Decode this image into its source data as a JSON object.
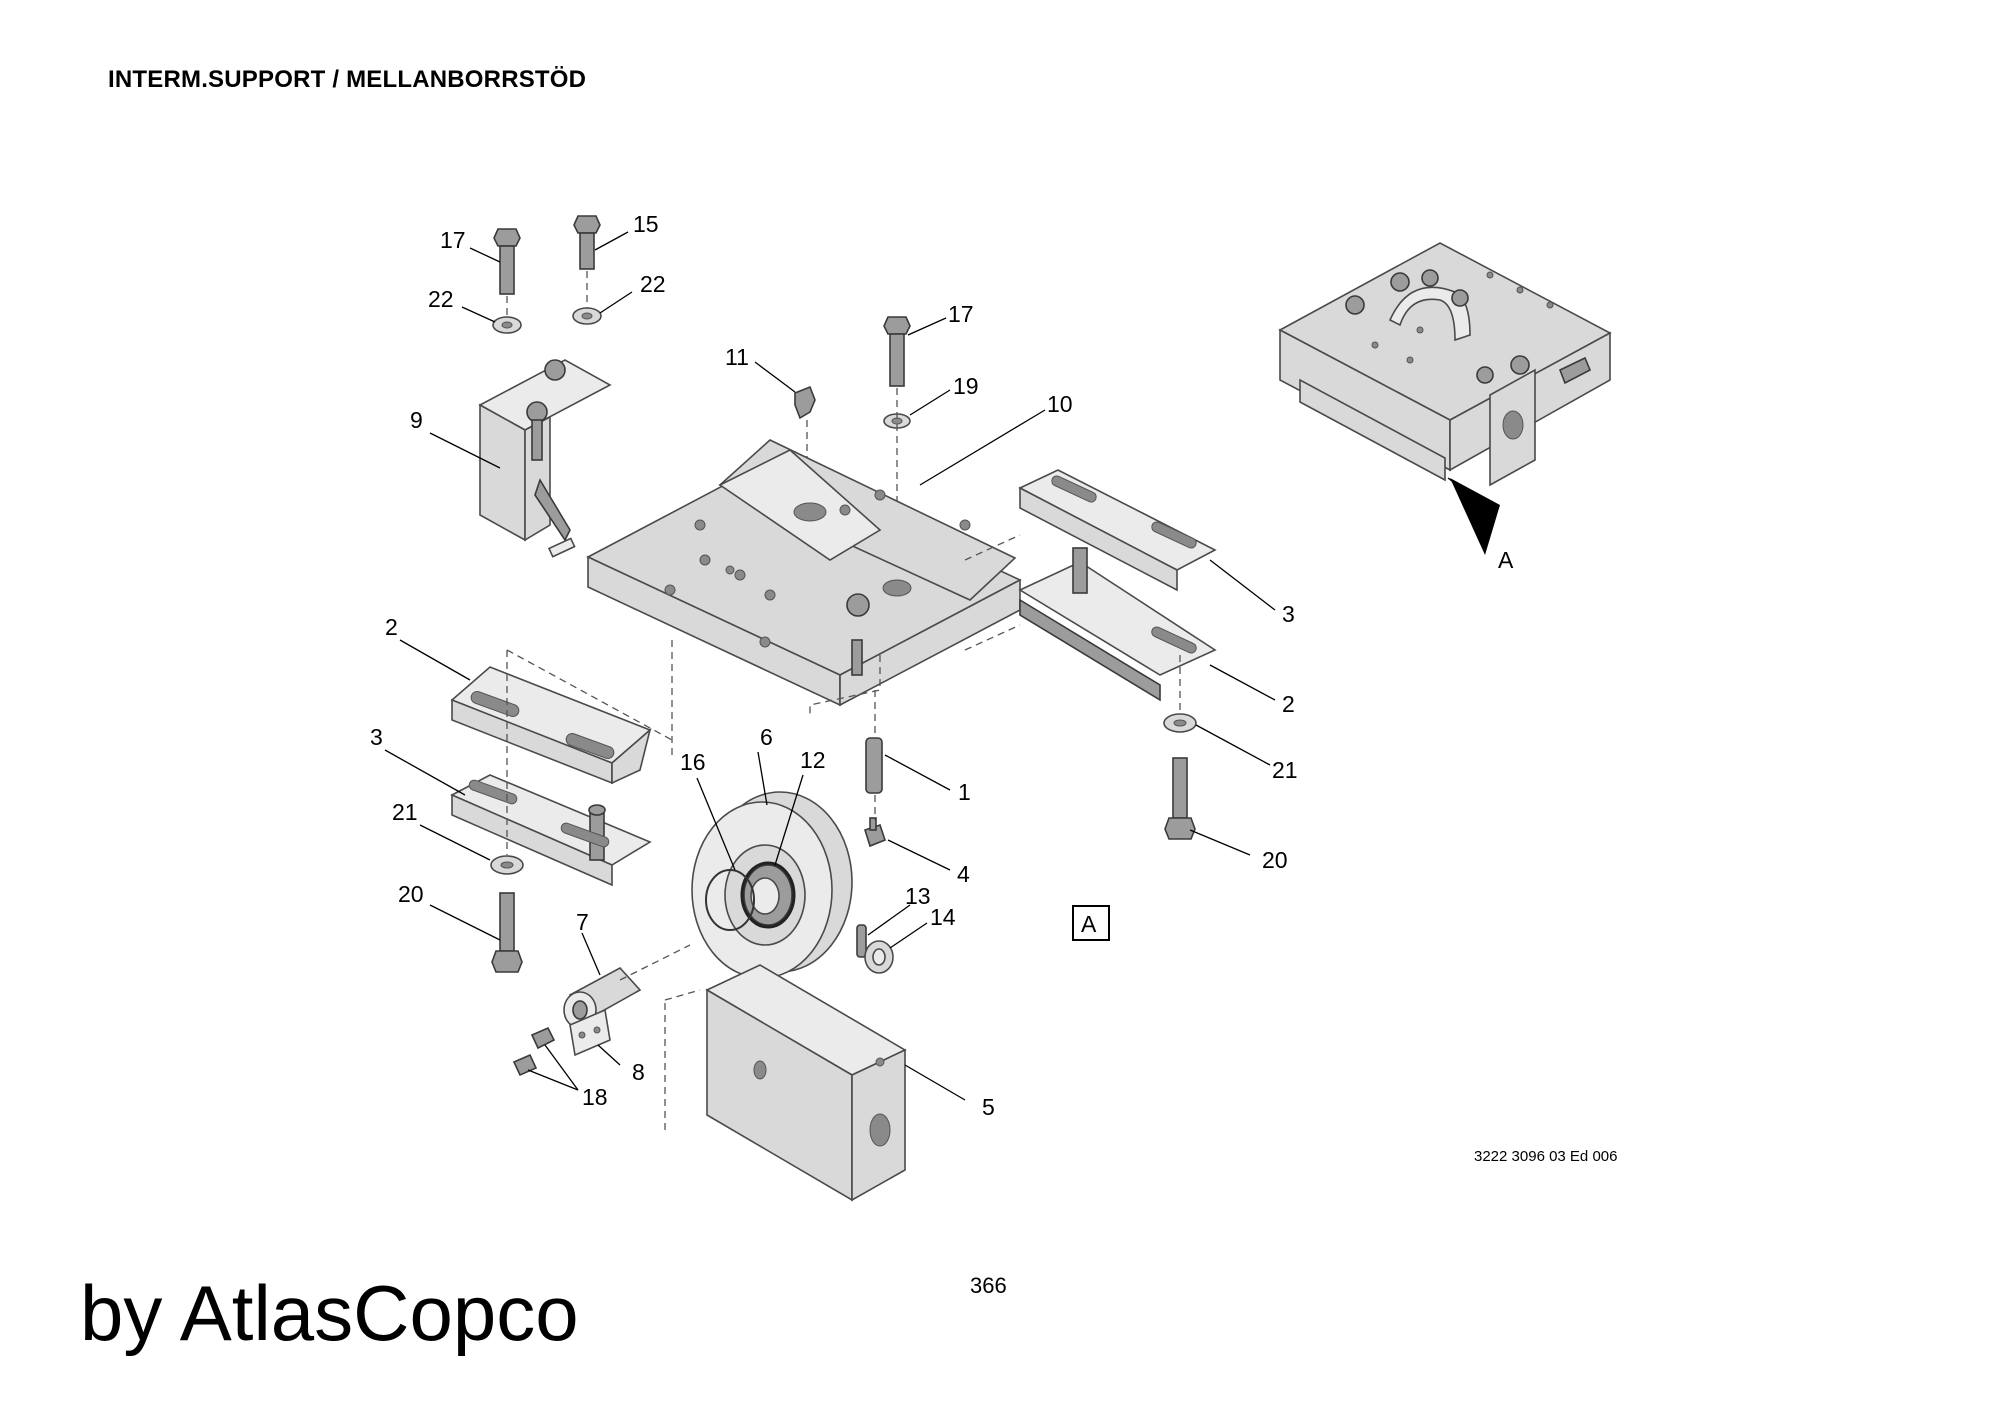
{
  "header": {
    "title": "INTERM.SUPPORT / MELLANBORRSTÖD"
  },
  "footer": {
    "page_number": "366",
    "document_code": "3222 3096 03 Ed 006",
    "brand": "by AtlasCopco"
  },
  "view_marker": {
    "label": "A",
    "arrow_label": "A"
  },
  "callouts": [
    {
      "number": "17"
    },
    {
      "number": "15"
    },
    {
      "number": "22"
    },
    {
      "number": "22"
    },
    {
      "number": "17"
    },
    {
      "number": "11"
    },
    {
      "number": "19"
    },
    {
      "number": "10"
    },
    {
      "number": "9"
    },
    {
      "number": "3"
    },
    {
      "number": "2"
    },
    {
      "number": "2"
    },
    {
      "number": "21"
    },
    {
      "number": "20"
    },
    {
      "number": "3"
    },
    {
      "number": "21"
    },
    {
      "number": "20"
    },
    {
      "number": "6"
    },
    {
      "number": "16"
    },
    {
      "number": "12"
    },
    {
      "number": "1"
    },
    {
      "number": "4"
    },
    {
      "number": "13"
    },
    {
      "number": "14"
    },
    {
      "number": "7"
    },
    {
      "number": "8"
    },
    {
      "number": "18"
    },
    {
      "number": "5"
    }
  ]
}
